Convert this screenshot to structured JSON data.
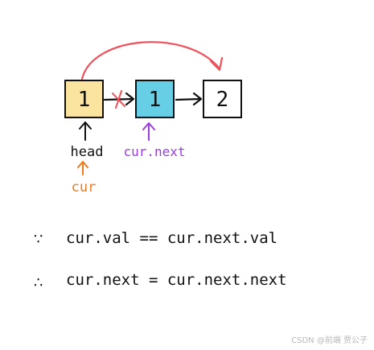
{
  "nodes": [
    {
      "value": "1",
      "fill": "#fbe3a0"
    },
    {
      "value": "1",
      "fill": "#66cfe6"
    },
    {
      "value": "2",
      "fill": "#ffffff"
    }
  ],
  "labels": {
    "head": "head",
    "cur": "cur",
    "cur_next": "cur.next"
  },
  "equations": {
    "because_symbol": "∵",
    "because_text": "cur.val  == cur.next.val",
    "therefore_symbol": "∴",
    "therefore_text": "cur.next = cur.next.next"
  },
  "watermark": "CSDN @前端 贾公子",
  "colors": {
    "stroke": "#111111",
    "accent_red": "#f0505a",
    "head_label": "#111111",
    "cur_label": "#f07a1a",
    "cur_next_label": "#9b3de0"
  }
}
